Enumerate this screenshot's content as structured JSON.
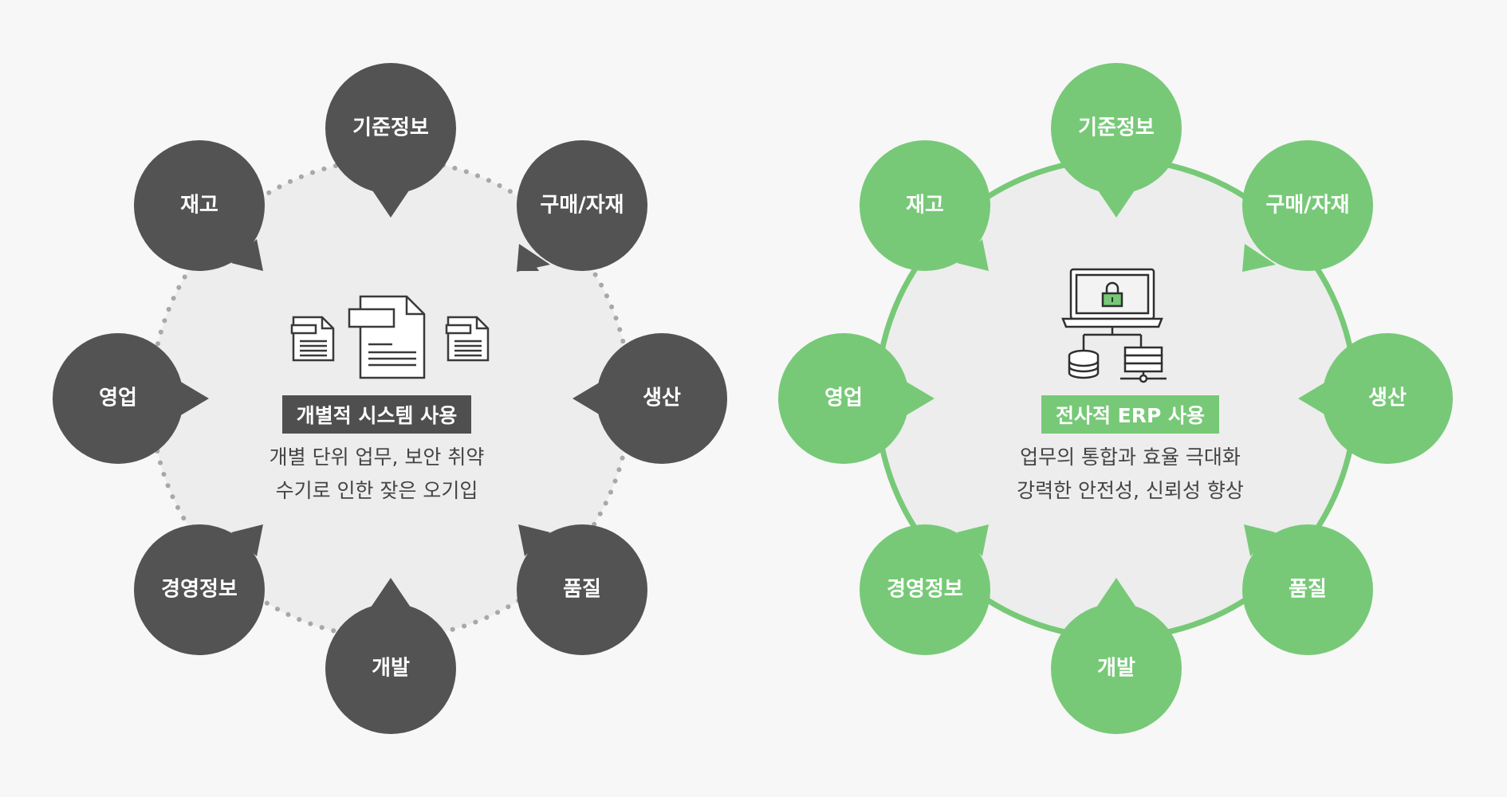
{
  "left": {
    "nodes": [
      "기준정보",
      "구매/자재",
      "생산",
      "품질",
      "개발",
      "경영정보",
      "영업",
      "재고"
    ],
    "badge": "개별적 시스템 사용",
    "desc_line1": "개별 단위 업무, 보안 취약",
    "desc_line2": "수기로 인한 잦은 오기입",
    "node_color": "#535353",
    "ring_color": "#a8a8a8",
    "icon": "documents-icon"
  },
  "right": {
    "nodes": [
      "기준정보",
      "구매/자재",
      "생산",
      "품질",
      "개발",
      "경영정보",
      "영업",
      "재고"
    ],
    "badge": "전사적 ERP 사용",
    "desc_line1": "업무의 통합과 효율 극대화",
    "desc_line2": "강력한 안전성, 신뢰성 향상",
    "node_color": "#77c977",
    "ring_color": "#77c977",
    "icon": "erp-laptop-server-icon"
  },
  "colors": {
    "background": "#f7f7f7",
    "inner_fill": "#ededed"
  }
}
